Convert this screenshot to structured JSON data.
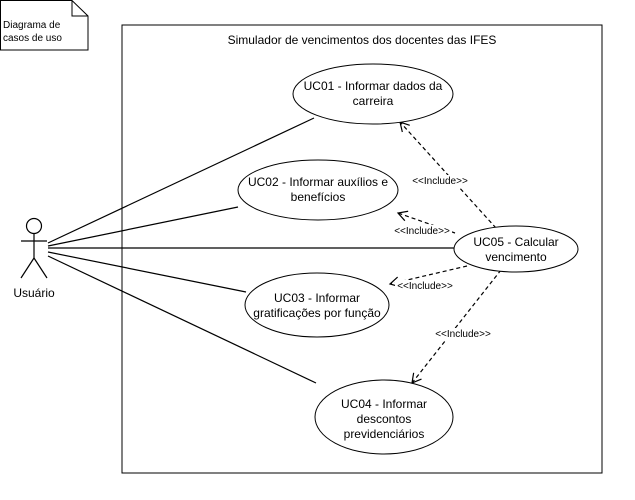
{
  "note": {
    "line1": "Diagrama de",
    "line2": "casos de uso"
  },
  "system": {
    "title": "Simulador de vencimentos dos docentes das IFES"
  },
  "actor": {
    "label": "Usuário"
  },
  "use_cases": {
    "uc01": {
      "line1": "UC01 - Informar dados da",
      "line2": "carreira"
    },
    "uc02": {
      "line1": "UC02 - Informar auxílios e",
      "line2": "benefícios"
    },
    "uc03": {
      "line1": "UC03 - Informar",
      "line2": "gratificações por função"
    },
    "uc04": {
      "line1": "UC04 - Informar",
      "line2": "descontos",
      "line3": "previdenciários"
    },
    "uc05": {
      "line1": "UC05 - Calcular",
      "line2": "vencimento"
    }
  },
  "relationships": {
    "include_uc01": "<<Include>>",
    "include_uc02": "<<Include>>",
    "include_uc03": "<<Include>>",
    "include_uc04": "<<Include>>"
  }
}
